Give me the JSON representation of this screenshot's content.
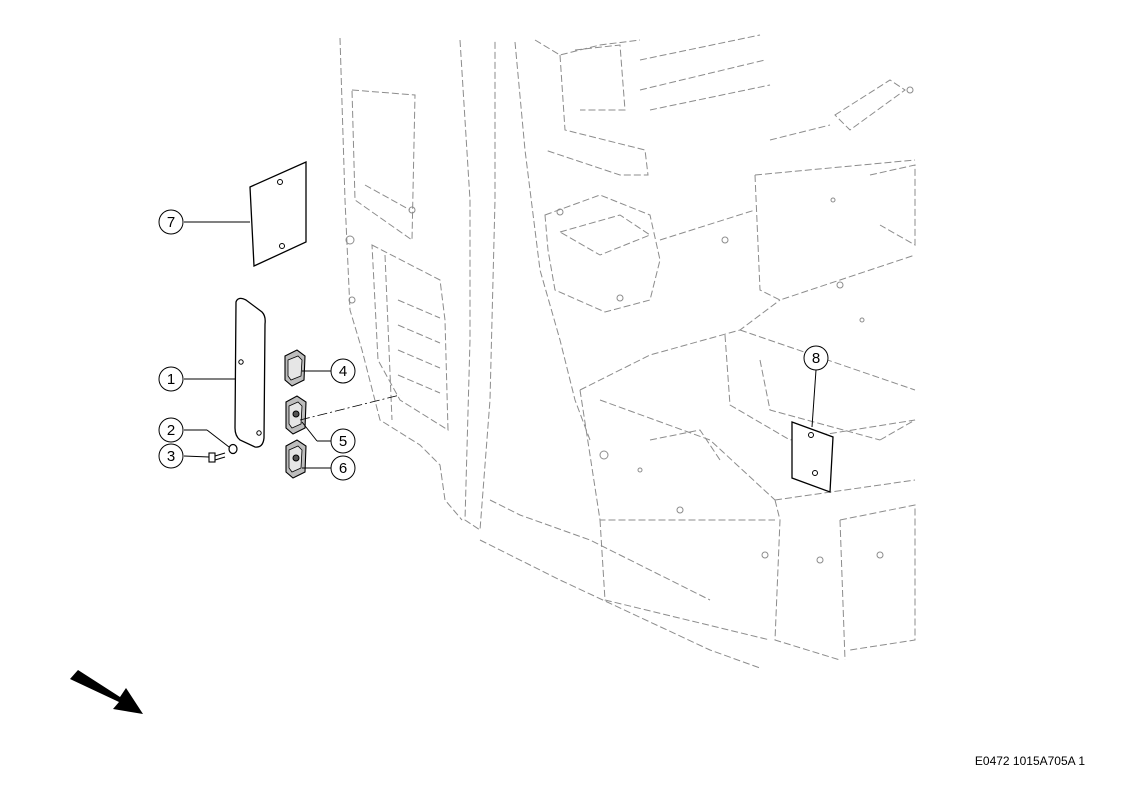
{
  "callouts": [
    {
      "id": "1",
      "label": "1"
    },
    {
      "id": "2",
      "label": "2"
    },
    {
      "id": "3",
      "label": "3"
    },
    {
      "id": "4",
      "label": "4"
    },
    {
      "id": "5",
      "label": "5"
    },
    {
      "id": "6",
      "label": "6"
    },
    {
      "id": "7",
      "label": "7"
    },
    {
      "id": "8",
      "label": "8"
    }
  ],
  "reference_code": "E0472 1015A705A 1",
  "icons": {
    "direction": "direction-arrow-icon"
  },
  "colors": {
    "line": "#000000",
    "ghost": "#9a9a9a",
    "part_fill": "#bdbdbd"
  }
}
